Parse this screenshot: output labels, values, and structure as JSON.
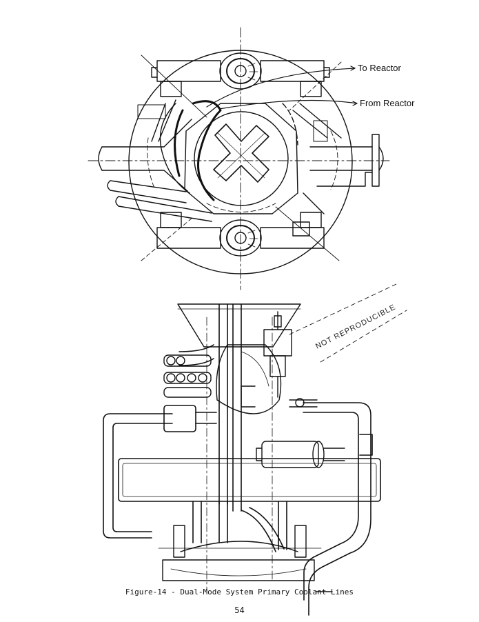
{
  "labels": {
    "to_reactor": "To Reactor",
    "from_reactor": "From Reactor"
  },
  "stamp": "NOT REPRODUCIBLE",
  "caption": "Figure-14 - Dual-Mode System Primary Coolant Lines",
  "page_number": "54",
  "colors": {
    "ink": "#111111",
    "paper": "#ffffff"
  }
}
